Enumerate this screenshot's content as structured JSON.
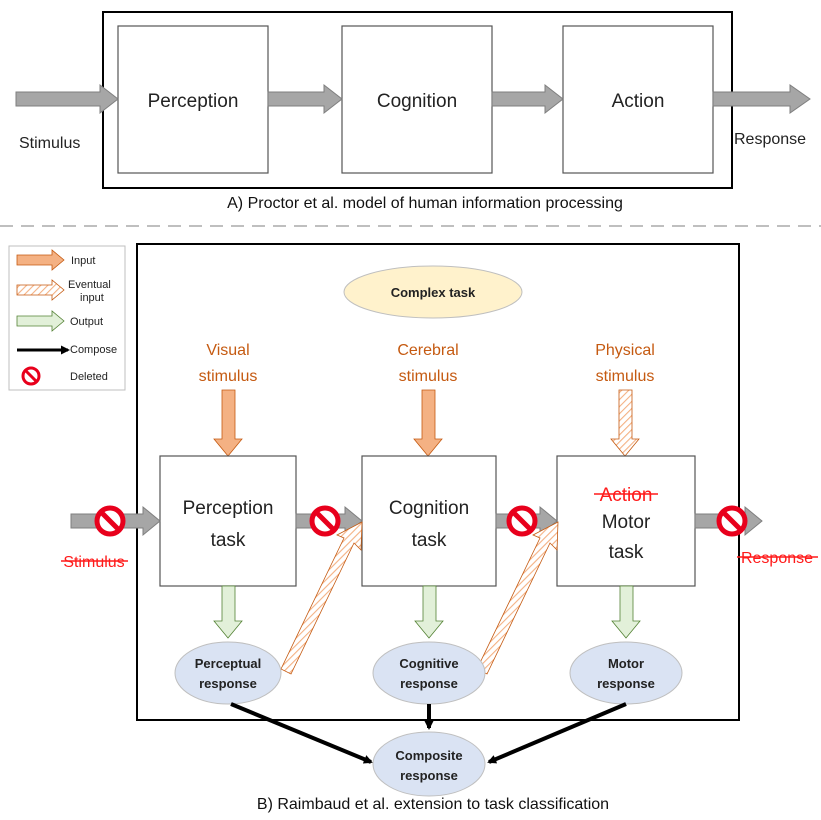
{
  "panel_a": {
    "stimulus": "Stimulus",
    "response": "Response",
    "stages": [
      "Perception",
      "Cognition",
      "Action"
    ],
    "caption": "A) Proctor et al. model of human information processing"
  },
  "panel_b": {
    "complex_task": "Complex task",
    "stimuli": [
      [
        "Visual",
        "stimulus"
      ],
      [
        "Cerebral",
        "stimulus"
      ],
      [
        "Physical",
        "stimulus"
      ]
    ],
    "tasks": [
      {
        "lines": [
          "Perception",
          "task"
        ]
      },
      {
        "lines": [
          "Cognition",
          "task"
        ]
      },
      {
        "struck": "Action",
        "lines": [
          "Motor",
          "task"
        ]
      }
    ],
    "responses": [
      [
        "Perceptual",
        "response"
      ],
      [
        "Cognitive",
        "response"
      ],
      [
        "Motor",
        "response"
      ]
    ],
    "composite": [
      "Composite",
      "response"
    ],
    "deleted_stimulus": "Stimulus",
    "deleted_response": "Response",
    "caption": "B) Raimbaud et al. extension to task classification"
  },
  "legend": {
    "input": "Input",
    "eventual_input": [
      "Eventual",
      "input"
    ],
    "output": "Output",
    "compose": "Compose",
    "deleted": "Deleted"
  },
  "colors": {
    "grey_arrow": "#a6a6a6",
    "input_arrow": "#f4b183",
    "eventual_arrow": "#f4b183",
    "output_arrow": "#e2f0d9",
    "oval_blue": "#dae3f3",
    "oval_yellow": "#fff2cc",
    "stimulus_text": "#c55a11",
    "deleted_red": "#ff0000"
  }
}
